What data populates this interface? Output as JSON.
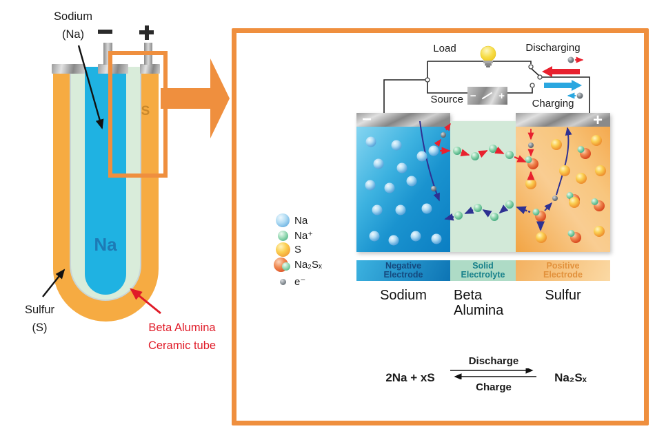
{
  "left_panel": {
    "sodium_label_1": "Sodium",
    "sodium_label_2": "(Na)",
    "sulfur_label_1": "Sulfur",
    "sulfur_label_2": "(S)",
    "beta_label_1": "Beta Alumina",
    "beta_label_2": "Ceramic tube",
    "na_text": "Na",
    "s_text": "S"
  },
  "circuit": {
    "load_label": "Load",
    "source_label": "Source",
    "discharging_label": "Discharging",
    "charging_label": "Charging",
    "battery_minus": "−",
    "battery_plus": "+"
  },
  "cell": {
    "neg_sign": "−",
    "pos_sign": "+",
    "bars": [
      {
        "line1": "Negative",
        "line2": "Electrode"
      },
      {
        "line1": "Solid",
        "line2": "Electrolyte"
      },
      {
        "line1": "Positive",
        "line2": "Electrode"
      }
    ],
    "label_sodium": "Sodium",
    "label_beta_1": "Beta",
    "label_beta_2": "Alumina",
    "label_sulfur": "Sulfur"
  },
  "legend": {
    "items": [
      {
        "type": "na",
        "label": "Na"
      },
      {
        "type": "naplus",
        "label": "Na⁺"
      },
      {
        "type": "s",
        "label": "S"
      },
      {
        "type": "na2sx",
        "label": "Na₂Sₓ"
      },
      {
        "type": "electron",
        "label": "e⁻"
      }
    ]
  },
  "equation": {
    "lhs": "2Na + xS",
    "forward_label": "Discharge",
    "reverse_label": "Charge",
    "rhs": "Na₂Sₓ"
  },
  "colors": {
    "accent_orange": "#ef8f3e",
    "discharge_red": "#e8212e",
    "charge_blue": "#2aa7e0",
    "ion_navy": "#2e3192",
    "tube_orange": "#f6ab42",
    "tube_blue": "#1fb2e2",
    "tube_green": "#d9ecda"
  },
  "cell_particles": {
    "na": [
      [
        21,
        42
      ],
      [
        58,
        47
      ],
      [
        95,
        63
      ],
      [
        32,
        74
      ],
      [
        66,
        80
      ],
      [
        20,
        105
      ],
      [
        48,
        109
      ],
      [
        80,
        99
      ],
      [
        30,
        141
      ],
      [
        64,
        141
      ],
      [
        102,
        139
      ],
      [
        26,
        179
      ],
      [
        54,
        185
      ],
      [
        86,
        179
      ],
      [
        116,
        183
      ],
      [
        112,
        55
      ]
    ],
    "na_plus": [
      [
        146,
        55
      ],
      [
        172,
        63
      ],
      [
        198,
        52
      ],
      [
        222,
        61
      ],
      [
        148,
        149
      ],
      [
        176,
        138
      ],
      [
        200,
        151
      ],
      [
        222,
        133
      ]
    ],
    "sulfur": [
      [
        290,
        46
      ],
      [
        348,
        40
      ],
      [
        354,
        84
      ],
      [
        302,
        84
      ],
      [
        326,
        95
      ],
      [
        352,
        172
      ],
      [
        316,
        130
      ],
      [
        268,
        181
      ],
      [
        253,
        103
      ]
    ],
    "na2sx": [
      [
        256,
        74
      ],
      [
        332,
        59
      ],
      [
        316,
        126
      ],
      [
        352,
        135
      ],
      [
        318,
        181
      ],
      [
        267,
        150
      ]
    ],
    "electrons": [
      [
        126,
        32
      ],
      [
        112,
        110
      ],
      [
        253,
        47
      ],
      [
        288,
        124
      ]
    ]
  }
}
